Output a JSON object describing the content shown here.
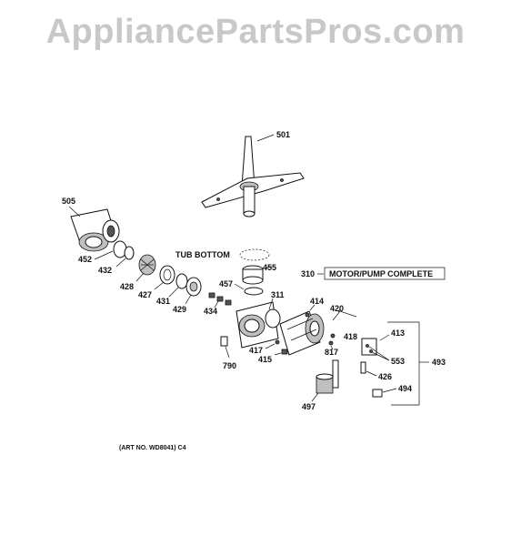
{
  "watermark": "AppliancePartsPros.com",
  "labels": {
    "p501": "501",
    "p505": "505",
    "p452": "452",
    "p432": "432",
    "p428": "428",
    "p427": "427",
    "p431": "431",
    "p429": "429",
    "p434": "434",
    "p455": "455",
    "p457": "457",
    "p311": "311",
    "p414": "414",
    "p420": "420",
    "p418": "418",
    "p817": "817",
    "p417": "417",
    "p415": "415",
    "p790": "790",
    "p413": "413",
    "p553": "553",
    "p493": "493",
    "p426": "426",
    "p494": "494",
    "p497": "497",
    "p310": "310"
  },
  "tub_bottom": "TUB BOTTOM",
  "assembly_box": "MOTOR/PUMP COMPLETE",
  "art_note": "(ART NO. WD8041) C4"
}
